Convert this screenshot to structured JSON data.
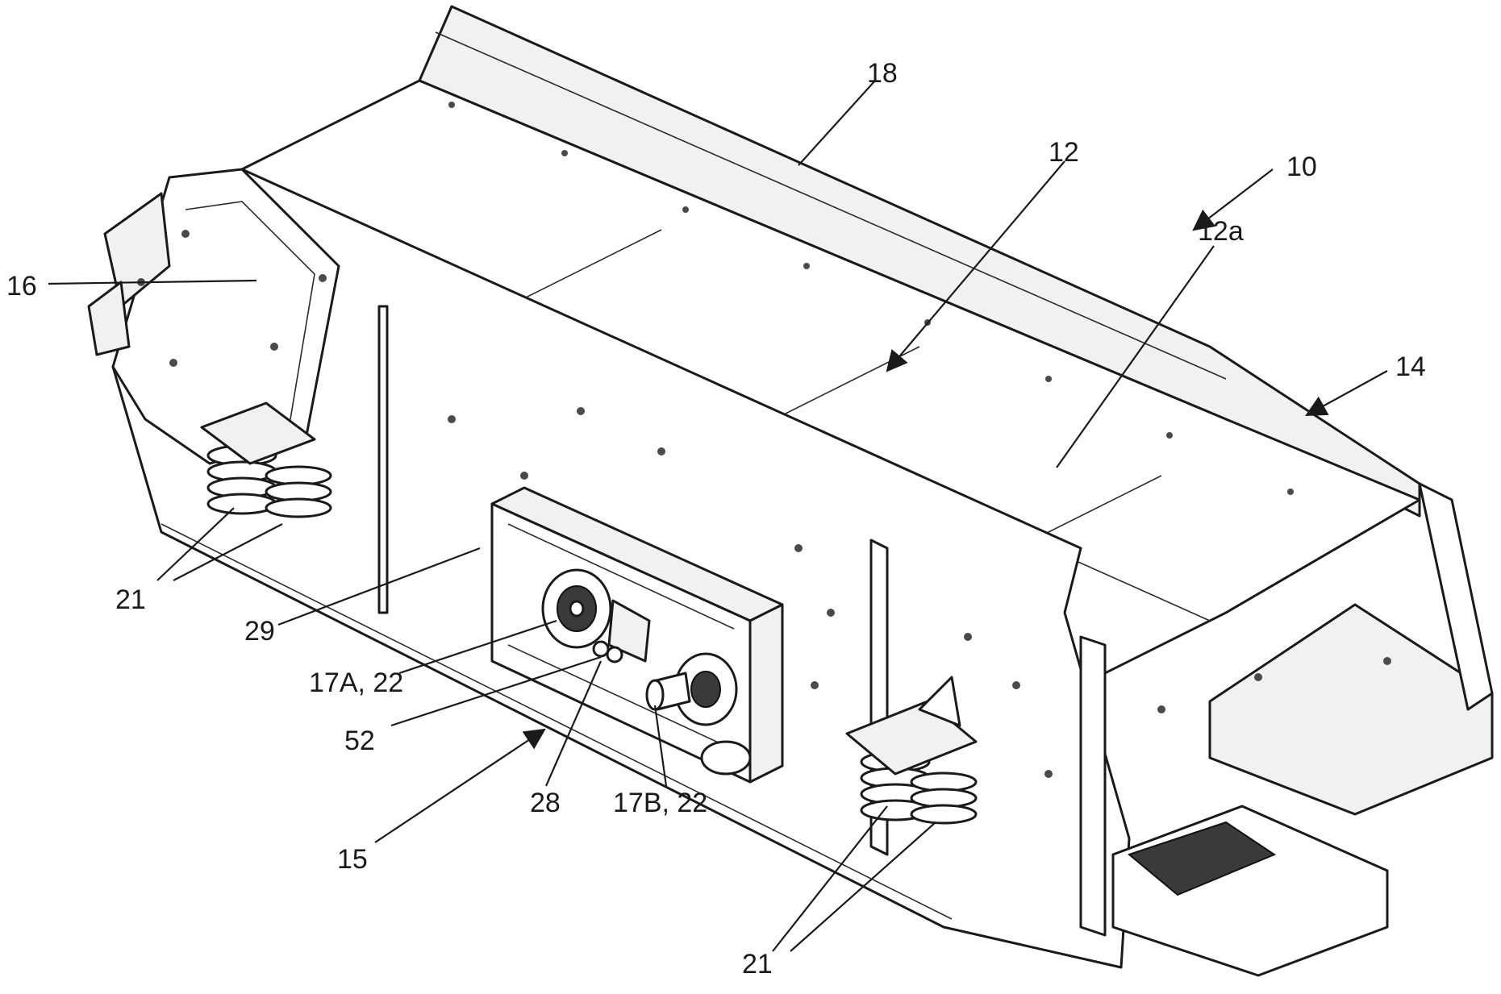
{
  "labels": {
    "l10": "10",
    "l18": "18",
    "l12": "12",
    "l12a": "12a",
    "l14": "14",
    "l16": "16",
    "l21a": "21",
    "l29": "29",
    "l17a": "17A, 22",
    "l52": "52",
    "l15": "15",
    "l28": "28",
    "l17b": "17B, 22",
    "l21b": "21"
  }
}
